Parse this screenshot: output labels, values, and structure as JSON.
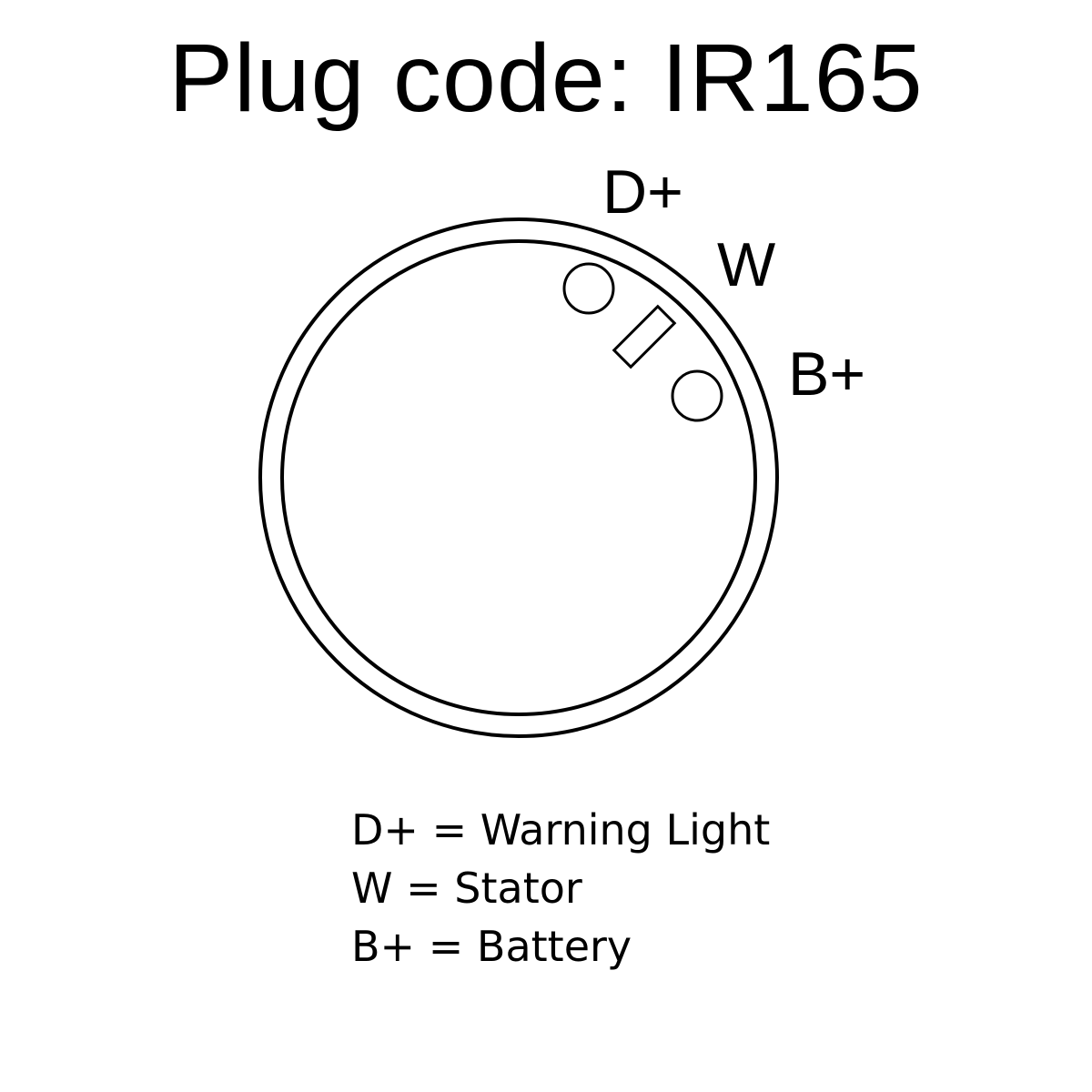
{
  "title": "Plug code: IR165",
  "pins": {
    "d_plus": "D+",
    "w": "W",
    "b_plus": "B+"
  },
  "legend": [
    {
      "text": "D+ = Warning Light"
    },
    {
      "text": "W = Stator"
    },
    {
      "text": "B+ = Battery"
    }
  ],
  "colors": {
    "stroke": "#000000",
    "background": "#ffffff"
  }
}
